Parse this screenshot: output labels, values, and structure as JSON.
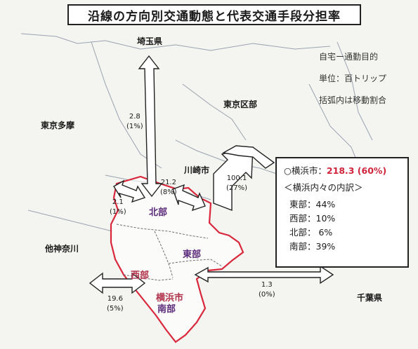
{
  "title": "沿線の方向別交通動態と代表交通手段分担率",
  "notes": [
    "自宅ー通勤目的",
    "単位：百トリップ",
    "括弧内は移動割合"
  ],
  "regions": {
    "saitama": "埼玉県",
    "tokyo_ku": "東京区部",
    "tokyo_tama": "東京多摩",
    "kawasaki": "川崎市",
    "kanagawa_other": "他神奈川",
    "chiba": "千葉県"
  },
  "districts": {
    "north": "北部",
    "east": "東部",
    "west": "西部",
    "south_top": "横浜市",
    "south_bottom": "南部"
  },
  "flows": {
    "saitama": {
      "value": "2.8",
      "share": "(1%)"
    },
    "tama": {
      "value": "2.1",
      "share": "(1%)"
    },
    "kawasaki": {
      "value": "21.2",
      "share": "(8%)"
    },
    "tokyo_ku": {
      "value": "100.1",
      "share": "(27%)"
    },
    "kanagawa_other": {
      "value": "19.6",
      "share": "(5%)"
    },
    "chiba": {
      "value": "1.3",
      "share": "(0%)"
    }
  },
  "info": {
    "head_prefix": "○横浜市：",
    "head_value": "218.3 (60%)",
    "sub_title": "＜横浜内々の内訳＞",
    "items": [
      "東部：44%",
      "西部：10%",
      "北部：  6%",
      "南部：39%"
    ]
  },
  "colors": {
    "boundary": "#d9283c",
    "district_label": "#5b2a7a",
    "highlight": "#d0243a"
  }
}
